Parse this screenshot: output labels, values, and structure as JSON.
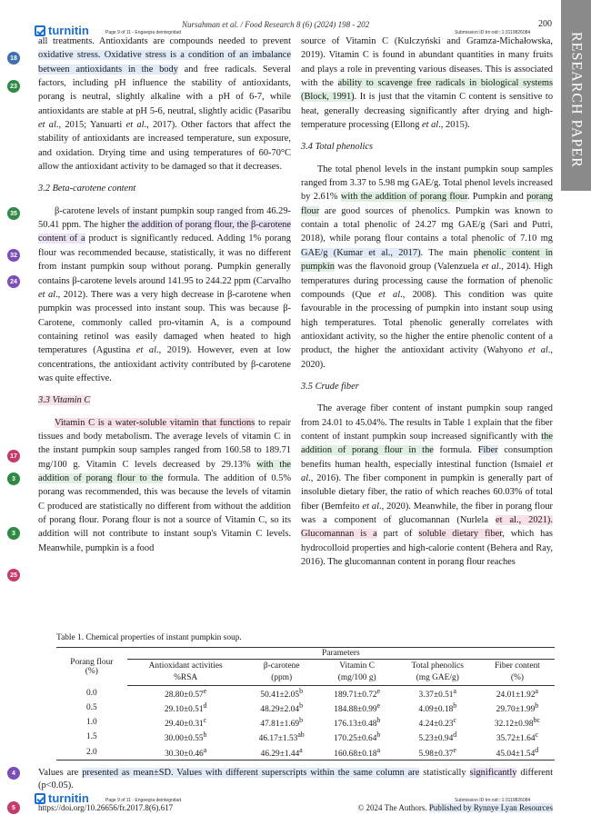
{
  "sidebar_label": "RESEARCH PAPER",
  "turnitin": {
    "brand": "turnitin",
    "page_info": "Page 9 of 11 - Engeegra deintegridad",
    "page_info_footer": "Page 9 of 11 - Engeegra deintegridad",
    "submission_id": "Submission ID trn:oid:::1:3119826084"
  },
  "header": {
    "running_head": "Nursahman et al. / Food Research 8 (6) (2024) 198 - 202",
    "page_number": "200"
  },
  "markers": [
    {
      "label": "18",
      "color": "#3e6fb0"
    },
    {
      "label": "23",
      "color": "#2f8a46"
    },
    {
      "label": "35",
      "color": "#2f8a46"
    },
    {
      "label": "32",
      "color": "#7b4fb7"
    },
    {
      "label": "24",
      "color": "#7b4fb7"
    },
    {
      "label": "17",
      "color": "#c63a6c"
    },
    {
      "label": "3",
      "color": "#2f8a46"
    },
    {
      "label": "3",
      "color": "#2f8a46"
    },
    {
      "label": "25",
      "color": "#c63a6c"
    },
    {
      "label": "4",
      "color": "#7b4fb7"
    },
    {
      "label": "5",
      "color": "#c63a6c"
    }
  ],
  "left_col": {
    "p1_a": "all treatments. Antioxidants are compounds needed to prevent ",
    "p1_hl1": "oxidative stress. Oxidative stress is a condition of an imbalance between antioxidants in the body",
    "p1_b": " and free radicals. Several factors, including pH influence the stability of antioxidants, porang is neutral, slightly alkaline with a pH of 6-7, while antioxidants are stable at pH 5-6, neutral, slightly acidic (Pasaribu ",
    "p1_etal1": "et al",
    "p1_c": "., 2015; Yanuarti ",
    "p1_etal2": "et al",
    "p1_d": "., 2017). Other factors that affect the stability of antioxidants are increased temperature, sun exposure, and oxidation. Drying time and using temperatures of 60-70°C allow the antioxidant activity to be damaged so that it decreases.",
    "h1": "3.2 Beta-carotene content",
    "p2_a": "β-carotene levels of instant pumpkin soup ranged from 46.29-50.41 ppm. The higher ",
    "p2_hl1": "the addition of porang flour, the β-carotene content of a",
    "p2_b": " product is significantly reduced. Adding 1% porang flour was recommended because, statistically, it was no different from instant pumpkin soup without porang. Pumpkin generally contains β-carotene levels around 141.95 to 244.22 ppm (Carvalho ",
    "p2_etal1": "et al",
    "p2_c": "., 2012). There was a very high decrease in β-carotene when pumpkin was processed into instant soup. This was because β-Carotene, commonly called pro-vitamin A, is a compound containing retinol was easily damaged when heated to high temperatures (Agustina ",
    "p2_etal2": "et al",
    "p2_d": "., 2019). However, even at low concentrations, the antioxidant activity contributed by β-carotene was quite effective.",
    "h2": "3.3 Vitamin C",
    "p3_hl1": "Vitamin C is a water-soluble vitamin that functions",
    "p3_a": " to repair tissues and body metabolism. The average levels of vitamin C in the instant pumpkin soup samples ranged from 160.58 to 189.71 mg/100 g. Vitamin C levels decreased by 29.13% ",
    "p3_hl2": "with the addition of porang flour to the",
    "p3_b": " formula. The addition of 0.5% porang was recommended, this was because the levels of vitamin C produced are statistically no different from without the addition of porang flour. Porang flour is not a source of Vitamin C, so its addition will not contribute to instant soup's Vitamin C levels. Meanwhile, pumpkin is a food"
  },
  "right_col": {
    "p1_a": "source of Vitamin C (Kulczyński and Gramza-Michałowska, 2019). Vitamin C is found in abundant quantities in many fruits and plays a role in preventing various diseases. This is associated with the ",
    "p1_hl1": "ability to scavenge free radicals in biological systems (Block, 1991)",
    "p1_b": ". It is just that the vitamin C content is sensitive to heat, generally decreasing significantly after drying and high-temperature processing (Ellong ",
    "p1_etal": "et al",
    "p1_c": "., 2015).",
    "h1": "3.4 Total phenolics",
    "p2_a": "The total phenol levels in the instant pumpkin soup samples ranged from 3.37 to 5.98 mg GAE/g. Total phenol levels increased by 2.61% ",
    "p2_hl1": "with the addition of porang flour",
    "p2_b": ". Pumpkin and ",
    "p2_hl2": "porang flour",
    "p2_c": " are good sources of phenolics. Pumpkin was known to contain a total phenolic of 24.27 mg GAE/g (Sari and Putri, 2018), while porang flour contains a total phenolic of 7.10 mg ",
    "p2_hl3": "GAE/g (Kumar et al., 2017)",
    "p2_d": ". The main ",
    "p2_hl4": "phenolic content in pumpkin",
    "p2_e": " was the flavonoid group (Valenzuela ",
    "p2_etal1": "et al",
    "p2_f": "., 2014). High temperatures during processing cause the formation of phenolic compounds (Que ",
    "p2_etal2": "et al",
    "p2_g": "., 2008). This condition was quite favourable in the processing of pumpkin into instant soup using high temperatures. Total phenolic generally correlates with antioxidant activity, so the higher the entire phenolic content of a product, the higher the antioxidant activity (Wahyono ",
    "p2_etal3": "et al",
    "p2_h": "., 2020).",
    "h2": "3.5 Crude fiber",
    "p3_a": "The average fiber content of instant pumpkin soup ranged from 24.01 to 45.04%. The results in Table 1 explain that the fiber content of instant pumpkin soup increased significantly with ",
    "p3_hl1": "the addition of porang flour in the",
    "p3_b": " formula. ",
    "p3_hl2": "Fiber",
    "p3_c": " consumption benefits human health, especially intestinal function (Ismaiel ",
    "p3_etal1": "et al",
    "p3_d": "., 2016). The fiber component in pumpkin is generally part of insoluble dietary fiber, the ratio of which reaches 60.03% of total fiber (Bemfeito ",
    "p3_etal2": "et al",
    "p3_e": "., 2020). Meanwhile, the fiber in porang flour was a component of glucomannan (Nurlela ",
    "p3_hl3": "et al., 2021). Glucomannan is a",
    "p3_f": " part of ",
    "p3_hl4": "soluble dietary fiber",
    "p3_g": ", which has hydrocolloid properties and high-calorie content (Behera and Ray, 2016). The glucomannan content in porang flour reaches"
  },
  "table": {
    "caption": "Table 1. Chemical properties of instant pumpkin soup.",
    "params_header": "Parameters",
    "col0": [
      "Porang flour",
      "(%)"
    ],
    "columns": [
      [
        "Antioxidant activities",
        "%RSA"
      ],
      [
        "β-carotene",
        "(ppm)"
      ],
      [
        "Vitamin C",
        "(mg/100 g)"
      ],
      [
        "Total phenolics",
        "(mg GAE/g)"
      ],
      [
        "Fiber content",
        "(%)"
      ]
    ],
    "rows": [
      {
        "porang": "0.0",
        "cells": [
          [
            "28.80±0.57",
            "e"
          ],
          [
            "50.41±2.05",
            "b"
          ],
          [
            "189.71±0.72",
            "e"
          ],
          [
            "3.37±0.51",
            "a"
          ],
          [
            "24.01±1.92",
            "a"
          ]
        ]
      },
      {
        "porang": "0.5",
        "cells": [
          [
            "29.10±0.51",
            "d"
          ],
          [
            "48.29±2.04",
            "b"
          ],
          [
            "184.88±0.99",
            "e"
          ],
          [
            "4.09±0.18",
            "b"
          ],
          [
            "29.70±1.99",
            "b"
          ]
        ]
      },
      {
        "porang": "1.0",
        "cells": [
          [
            "29.40±0.31",
            "c"
          ],
          [
            "47.81±1.69",
            "b"
          ],
          [
            "176.13±0.48",
            "b"
          ],
          [
            "4.24±0.23",
            "c"
          ],
          [
            "32.12±0.98",
            "bc"
          ]
        ]
      },
      {
        "porang": "1.5",
        "cells": [
          [
            "30.00±0.55",
            "b"
          ],
          [
            "46.17±1.53",
            "ab"
          ],
          [
            "170.25±0.64",
            "b"
          ],
          [
            "5.23±0.94",
            "d"
          ],
          [
            "35.72±1.64",
            "c"
          ]
        ]
      },
      {
        "porang": "2.0",
        "cells": [
          [
            "30.30±0.46",
            "a"
          ],
          [
            "46.29±1.44",
            "a"
          ],
          [
            "160.68±0.18",
            "a"
          ],
          [
            "5.98±0.37",
            "e"
          ],
          [
            "45.04±1.54",
            "d"
          ]
        ]
      }
    ],
    "note_a": "Values are ",
    "note_hl": "presented as mean±SD. Values with different superscripts within the same column are",
    "note_b": " statistically ",
    "note_hl2": "significantly",
    "note_c": " different (p<0.05)."
  },
  "footer": {
    "doi": "https://doi.org/10.26656/fr.2017.8(6).617",
    "copyright_a": "© 2024 The Authors. ",
    "copyright_b": "Published by Rynnye Lyan Resources"
  }
}
